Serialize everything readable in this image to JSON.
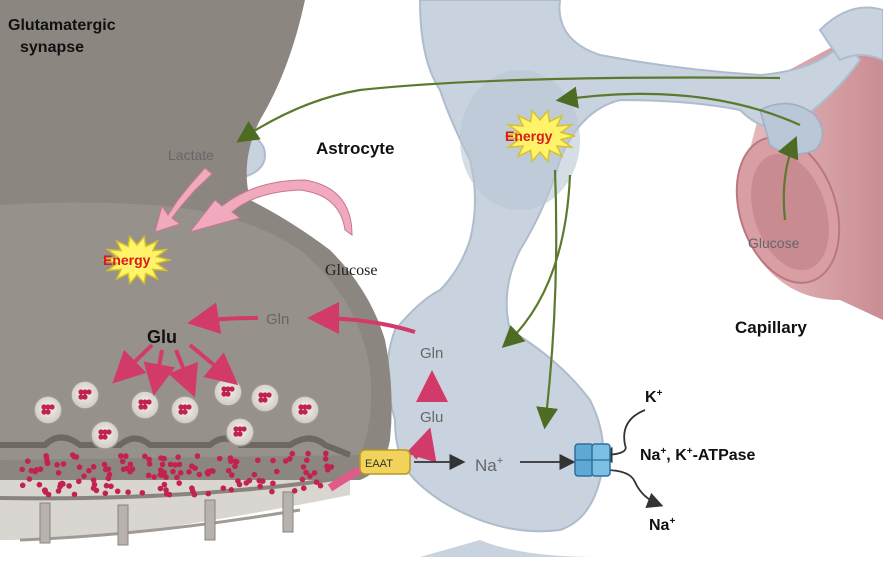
{
  "labels": {
    "title": [
      "Glutamatergic",
      "synapse"
    ],
    "astrocyte": "Astrocyte",
    "capillary": "Capillary",
    "lactate": "Lactate",
    "glucose_left": "Glucose",
    "glucose_capillary": "Glucose",
    "energy_neuron": "Energy",
    "energy_astrocyte": "Energy",
    "glu_neuron": "Glu",
    "gln_neuron": "Gln",
    "gln_astro": "Gln",
    "glu_astro": "Glu",
    "eaat": "EAAT",
    "na_mid": "Na",
    "k_plus": "K",
    "pump": "Na, K-ATPase",
    "na_out": "Na"
  },
  "colors": {
    "neuron_fill": "#8c8680",
    "astrocyte_fill": "#c9d3df",
    "capillary_fill": "#dba9ad",
    "glutamate_dots": "#c2234d",
    "pink_arrow": "#e0507a",
    "flow_arrow": "#5b7a2e",
    "energy_burst": "#fff36a",
    "energy_text": "#d81b1b",
    "eaat_box": "#f2d45a",
    "pump_blue": "#5fa8d6"
  }
}
